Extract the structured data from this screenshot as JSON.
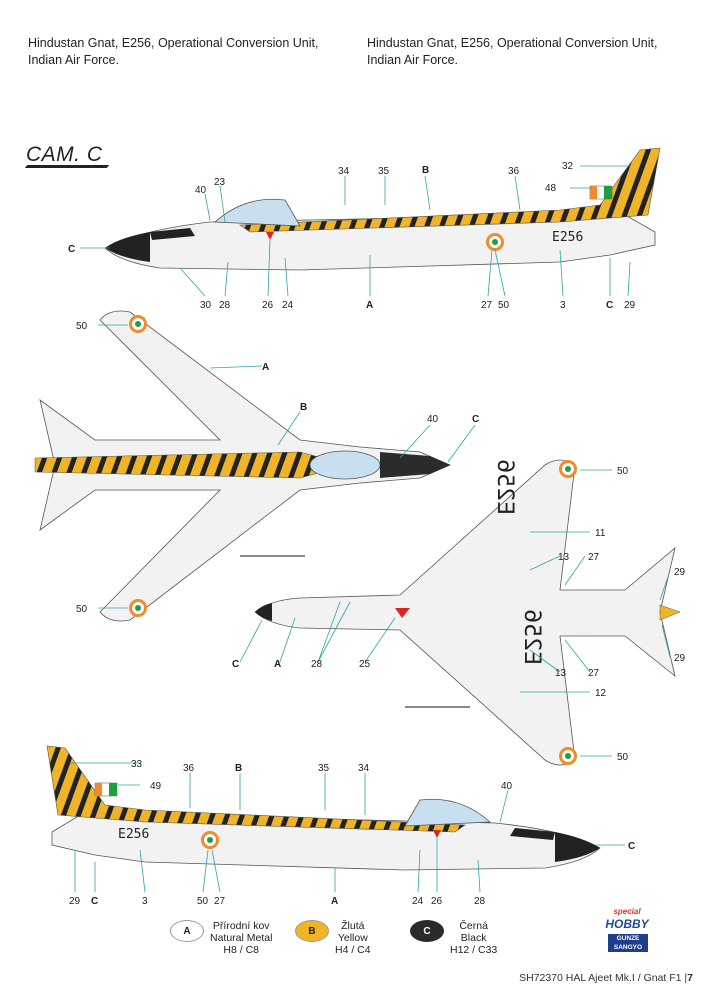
{
  "header": {
    "left_line1": "Hindustan Gnat, E256, Operational Conversion Unit,",
    "left_line2": "Indian Air Force.",
    "right_line1": "Hindustan Gnat, E256, Operational Conversion Unit,",
    "right_line2": "Indian Air Force."
  },
  "camo_label": "CAM. C",
  "serial": "E256",
  "callouts": {
    "side_top": [
      "32",
      "48",
      "34",
      "B",
      "35",
      "36",
      "40",
      "23",
      "C",
      "30",
      "28",
      "26",
      "24",
      "A",
      "27",
      "50",
      "3",
      "C",
      "29"
    ],
    "top_view": [
      "50",
      "A",
      "B",
      "40",
      "C",
      "50"
    ],
    "bottom_view": [
      "50",
      "11",
      "13",
      "27",
      "29",
      "C",
      "A",
      "28",
      "25",
      "13",
      "27",
      "29",
      "12",
      "50"
    ],
    "side_bottom": [
      "33",
      "49",
      "36",
      "B",
      "35",
      "34",
      "40",
      "C",
      "29",
      "C",
      "3",
      "50",
      "27",
      "A",
      "24",
      "26",
      "28"
    ]
  },
  "legend": [
    {
      "letter": "A",
      "line1": "Přírodní kov",
      "line2": "Natural Metal",
      "line3": "H8 / C8",
      "color": "#ffffff",
      "text_color": "#222222"
    },
    {
      "letter": "B",
      "line1": "Žlutá",
      "line2": "Yellow",
      "line3": "H4 / C4",
      "color": "#f0b429",
      "text_color": "#222222"
    },
    {
      "letter": "C",
      "line1": "Černá",
      "line2": "Black",
      "line3": "H12 / C33",
      "color": "#2b2b2b",
      "text_color": "#ffffff"
    }
  ],
  "brand": {
    "special": "special",
    "hobby": "HOBBY",
    "gunze_line1": "GUNZE",
    "gunze_line2": "SANGYO"
  },
  "footer": {
    "text": "SH72370  HAL Ajeet Mk.I / Gnat F1  |",
    "page": "7"
  },
  "colors": {
    "yellow": "#f0b429",
    "black": "#222222",
    "metal": "#eeeeee",
    "line": "#2ba5a8",
    "saffron": "#f08a2b",
    "green": "#1e9e3e"
  }
}
